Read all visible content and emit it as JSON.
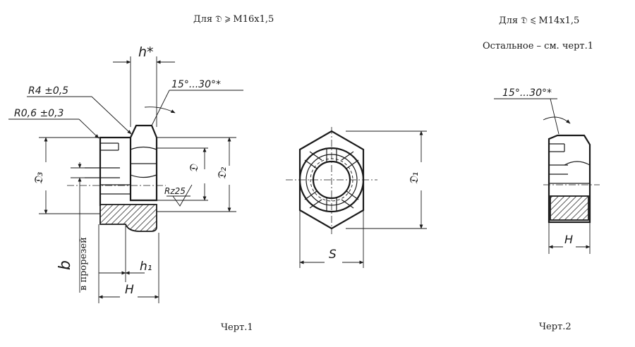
{
  "captions": {
    "left_condition": "Для 𝔇 ⩾ M16x1,5",
    "right_condition": "Для 𝔇 ⩽ M14x1,5",
    "right_note": "Остальное – см. черт.1",
    "left_figure": "Черт.1",
    "right_figure": "Черт.2"
  },
  "dimensions": {
    "h_star": "h*",
    "chamfer_angle_1": "15°...30°*",
    "chamfer_angle_2": "15°...30°*",
    "radius_large": "R4 ±0,5",
    "radius_small": "R0,6 ±0,3",
    "d3": "𝔇₃",
    "d": "𝔇",
    "d2": "𝔇₂",
    "d1": "𝔇₁",
    "roughness": "Rz25",
    "b": "b",
    "b_note": "в прорезей",
    "h1": "h₁",
    "H_left": "H",
    "S": "S",
    "H_right": "H"
  }
}
